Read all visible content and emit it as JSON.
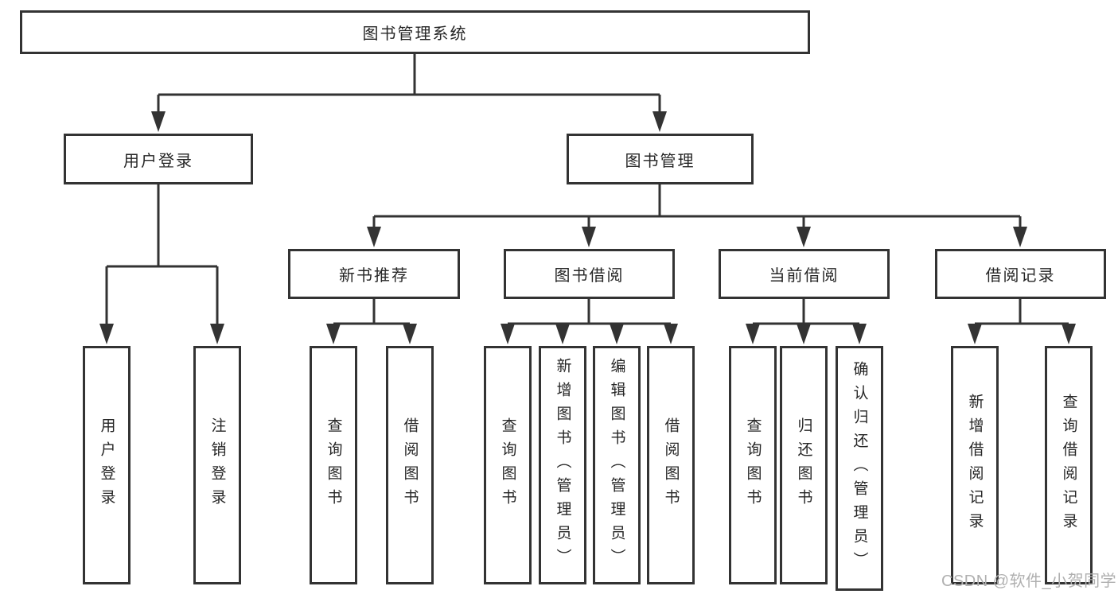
{
  "diagram": {
    "root": {
      "label": "图书管理系统"
    },
    "branches": [
      {
        "label": "用户登录",
        "children": [
          {
            "label": "用户登录"
          },
          {
            "label": "注销登录"
          }
        ]
      },
      {
        "label": "图书管理",
        "children": [
          {
            "label": "新书推荐",
            "children": [
              {
                "label": "查询图书"
              },
              {
                "label": "借阅图书"
              }
            ]
          },
          {
            "label": "图书借阅",
            "children": [
              {
                "label": "查询图书"
              },
              {
                "label": "新增图书（管理员）"
              },
              {
                "label": "编辑图书（管理员）"
              },
              {
                "label": "借阅图书"
              }
            ]
          },
          {
            "label": "当前借阅",
            "children": [
              {
                "label": "查询图书"
              },
              {
                "label": "归还图书"
              },
              {
                "label": "确认归还（管理员）"
              }
            ]
          },
          {
            "label": "借阅记录",
            "children": [
              {
                "label": "新增借阅记录"
              },
              {
                "label": "查询借阅记录"
              }
            ]
          }
        ]
      }
    ]
  },
  "watermark": {
    "text": "CSDN @软件_小贺同学"
  },
  "colors": {
    "line": "#333333",
    "box_border": "#333333",
    "text": "#262626",
    "watermark": "#b0b0b0",
    "background": "#ffffff"
  }
}
